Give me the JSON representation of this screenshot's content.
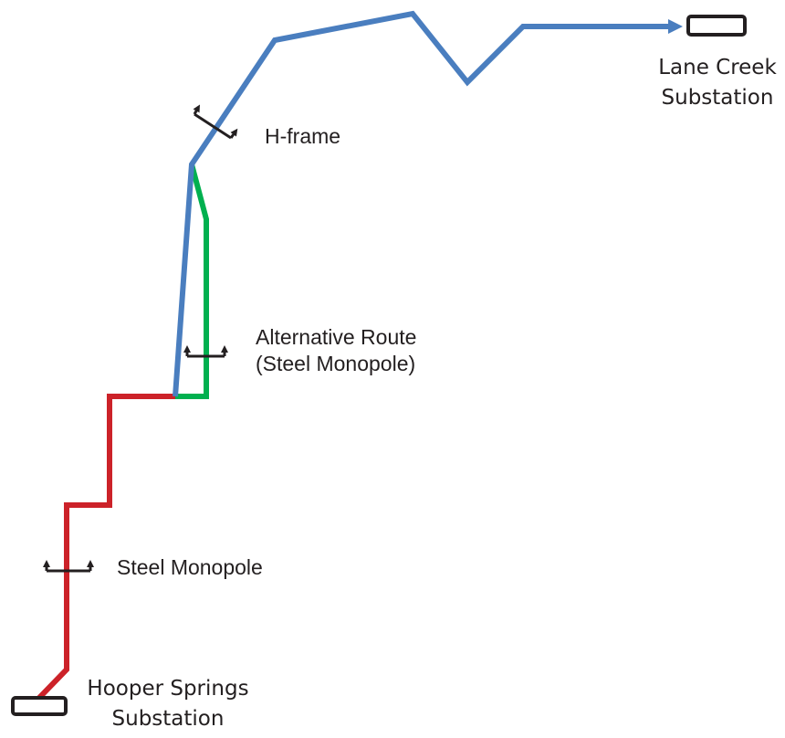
{
  "colors": {
    "existing_route": "#cc2229",
    "alternative_route": "#00b04f",
    "proposed_route": "#4a7ebf",
    "marker": "#231f20"
  },
  "labels": {
    "lane_creek_line1": "Lane Creek",
    "lane_creek_line2": "Substation",
    "h_frame": "H-frame",
    "alternative_line1": "Alternative Route",
    "alternative_line2": "(Steel Monopole)",
    "steel_monopole": "Steel Monopole",
    "hooper_line1": "Hooper Springs",
    "hooper_line2": "Substation"
  }
}
